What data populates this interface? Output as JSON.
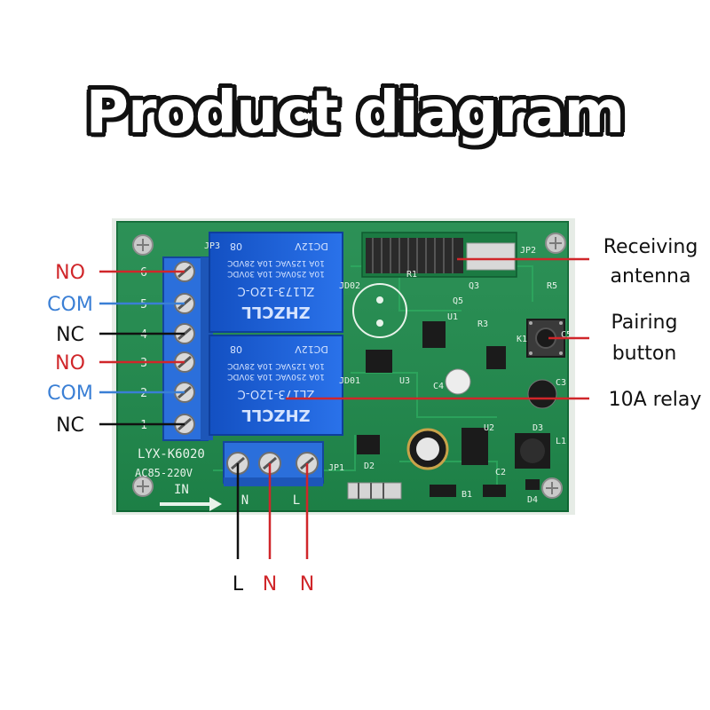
{
  "title": "Product diagram",
  "colors": {
    "red": "#d0262a",
    "blue": "#3a7fd5",
    "black": "#111111",
    "pcb": "#1f8a4c",
    "relay": "#1a5fd6",
    "terminal": "#2b6fdb"
  },
  "left_labels": [
    {
      "text": "NO",
      "color": "red"
    },
    {
      "text": "COM",
      "color": "blue"
    },
    {
      "text": "NC",
      "color": "black"
    },
    {
      "text": "NO",
      "color": "red"
    },
    {
      "text": "COM",
      "color": "blue"
    },
    {
      "text": "NC",
      "color": "black"
    }
  ],
  "bottom_labels": [
    {
      "text": "L",
      "color": "black"
    },
    {
      "text": "N",
      "color": "red"
    },
    {
      "text": "N",
      "color": "red"
    }
  ],
  "right_labels": {
    "antenna": [
      "Receiving",
      "antenna"
    ],
    "button": [
      "Pairing",
      "button"
    ],
    "relay": "10A relay"
  },
  "board": {
    "model": "LYX-K6020",
    "voltage": "AC85-220V",
    "input": "IN",
    "terminal_marks": [
      "N",
      "L"
    ],
    "pin_numbers": [
      "6",
      "5",
      "4",
      "3",
      "2",
      "1"
    ],
    "relay_text": [
      "ZHZCLL",
      "ZL173-12O-C",
      "10A 250VAC  10A 30VDC",
      "10A 125VAC  10A 28VDC",
      "DC12V",
      "08"
    ],
    "refs": [
      "JP3",
      "JP1",
      "JP2",
      "JD02",
      "JD01",
      "U3",
      "U1",
      "U2",
      "Q3",
      "Q5",
      "R3",
      "R5",
      "C4",
      "C2",
      "C3",
      "D2",
      "D3",
      "D4",
      "L1",
      "K1",
      "C5",
      "B1",
      "R1"
    ]
  }
}
